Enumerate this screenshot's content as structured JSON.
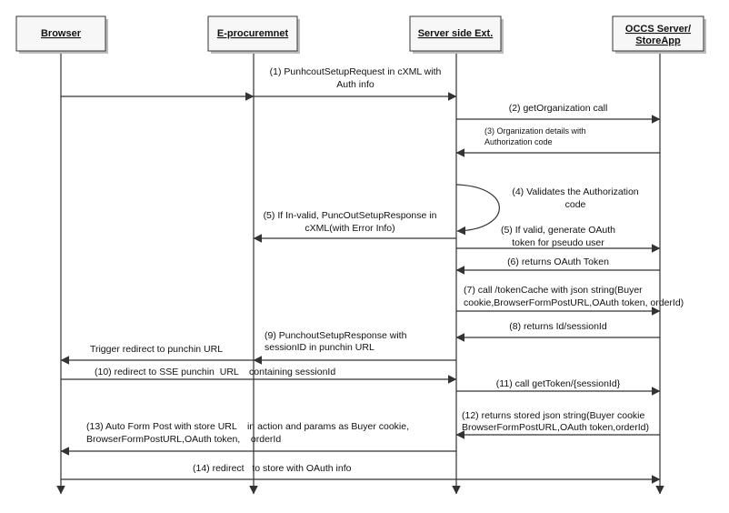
{
  "actors": [
    {
      "id": "browser",
      "lines": [
        "Browser"
      ]
    },
    {
      "id": "eproc",
      "lines": [
        "E-procuremnet"
      ]
    },
    {
      "id": "sse",
      "lines": [
        "Server side Ext."
      ]
    },
    {
      "id": "occs",
      "lines": [
        "OCCS Server/",
        "StoreApp"
      ]
    }
  ],
  "messages": [
    {
      "id": "m1",
      "lines": [
        "(1) PunhcoutSetupRequest in cXML with",
        "Auth info"
      ]
    },
    {
      "id": "m2",
      "lines": [
        "(2) getOrganization call"
      ]
    },
    {
      "id": "m3",
      "lines": [
        "(3) Organization details with",
        "Authorization code"
      ]
    },
    {
      "id": "m4",
      "lines": [
        "(4) Validates the Authorization",
        "code"
      ]
    },
    {
      "id": "m5a",
      "lines": [
        "(5) If In-valid, PuncOutSetupResponse in",
        "cXML(with Error Info)"
      ]
    },
    {
      "id": "m5b",
      "lines": [
        "(5) If valid, generate OAuth",
        "token for pseudo user"
      ]
    },
    {
      "id": "m6",
      "lines": [
        "(6) returns OAuth Token"
      ]
    },
    {
      "id": "m7",
      "lines": [
        "(7) call /tokenCache with json string(Buyer",
        "cookie,BrowserFormPostURL,OAuth token, orderId)"
      ]
    },
    {
      "id": "m8",
      "lines": [
        "(8) returns Id/sessionId"
      ]
    },
    {
      "id": "m9",
      "lines": [
        "(9) PunchoutSetupResponse with",
        "sessionID in punchin URL"
      ]
    },
    {
      "id": "m9b",
      "lines": [
        "Trigger redirect to punchin URL"
      ]
    },
    {
      "id": "m10",
      "lines": [
        "(10) redirect to SSE punchin  URL    containing sessionId"
      ]
    },
    {
      "id": "m11",
      "lines": [
        "(11) call getToken/{sessionId}"
      ]
    },
    {
      "id": "m12",
      "lines": [
        "(12) returns stored json string(Buyer cookie",
        "BrowserFormPostURL,OAuth token,orderId)"
      ]
    },
    {
      "id": "m13",
      "lines": [
        "(13) Auto Form Post with store URL    in action and params as Buyer cookie,",
        "BrowserFormPostURL,OAuth token,    orderId"
      ]
    },
    {
      "id": "m14",
      "lines": [
        "(14) redirect   to store with OAuth info"
      ]
    }
  ]
}
